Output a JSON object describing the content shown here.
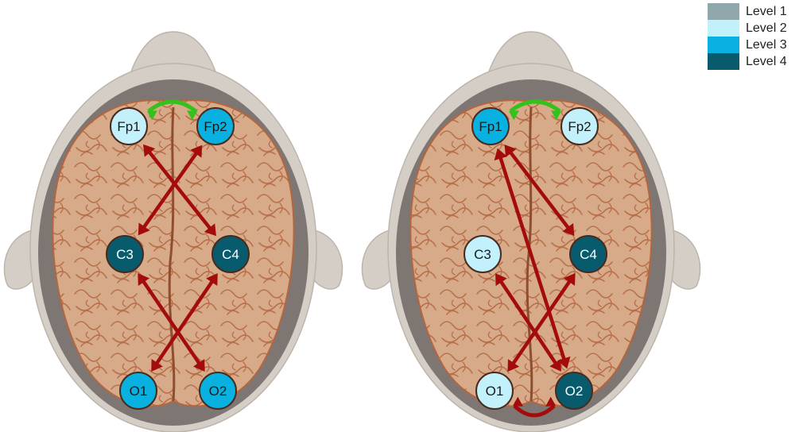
{
  "colors": {
    "level1": "#90A8AC",
    "level2": "#C2F1FC",
    "level3": "#09B1E0",
    "level4": "#075B6D",
    "red_arrow": "#A40C0C",
    "green_arrow": "#35C11C",
    "brain": "#D7AB8A",
    "brain_line": "#B3663F",
    "skull": "#7D7673",
    "skin": "#D5CEC7"
  },
  "legend": [
    {
      "label": "Level 1",
      "color": "#90A8AC"
    },
    {
      "label": "Level 2",
      "color": "#C2F1FC"
    },
    {
      "label": "Level 3",
      "color": "#09B1E0"
    },
    {
      "label": "Level 4",
      "color": "#075B6D"
    }
  ],
  "diagrams": [
    {
      "id": "left",
      "electrodes": [
        {
          "label": "Fp1",
          "level": 2
        },
        {
          "label": "Fp2",
          "level": 3
        },
        {
          "label": "C3",
          "level": 4
        },
        {
          "label": "C4",
          "level": 4
        },
        {
          "label": "O1",
          "level": 3
        },
        {
          "label": "O2",
          "level": 3
        }
      ],
      "connections": [
        {
          "from": "Fp1",
          "to": "C4",
          "color": "red"
        },
        {
          "from": "Fp2",
          "to": "C3",
          "color": "red"
        },
        {
          "from": "C3",
          "to": "O2",
          "color": "red"
        },
        {
          "from": "C4",
          "to": "O1",
          "color": "red"
        },
        {
          "from": "Fp1",
          "to": "Fp2",
          "color": "green"
        }
      ]
    },
    {
      "id": "right",
      "electrodes": [
        {
          "label": "Fp1",
          "level": 3
        },
        {
          "label": "Fp2",
          "level": 2
        },
        {
          "label": "C3",
          "level": 2
        },
        {
          "label": "C4",
          "level": 4
        },
        {
          "label": "O1",
          "level": 2
        },
        {
          "label": "O2",
          "level": 4
        }
      ],
      "connections": [
        {
          "from": "Fp1",
          "to": "C4",
          "color": "red"
        },
        {
          "from": "Fp1",
          "to": "O2",
          "color": "red"
        },
        {
          "from": "C3",
          "to": "O2",
          "color": "red"
        },
        {
          "from": "C4",
          "to": "O1",
          "color": "red"
        },
        {
          "from": "Fp1",
          "to": "Fp2",
          "color": "green"
        },
        {
          "from": "O1",
          "to": "O2",
          "color": "red"
        }
      ]
    }
  ]
}
